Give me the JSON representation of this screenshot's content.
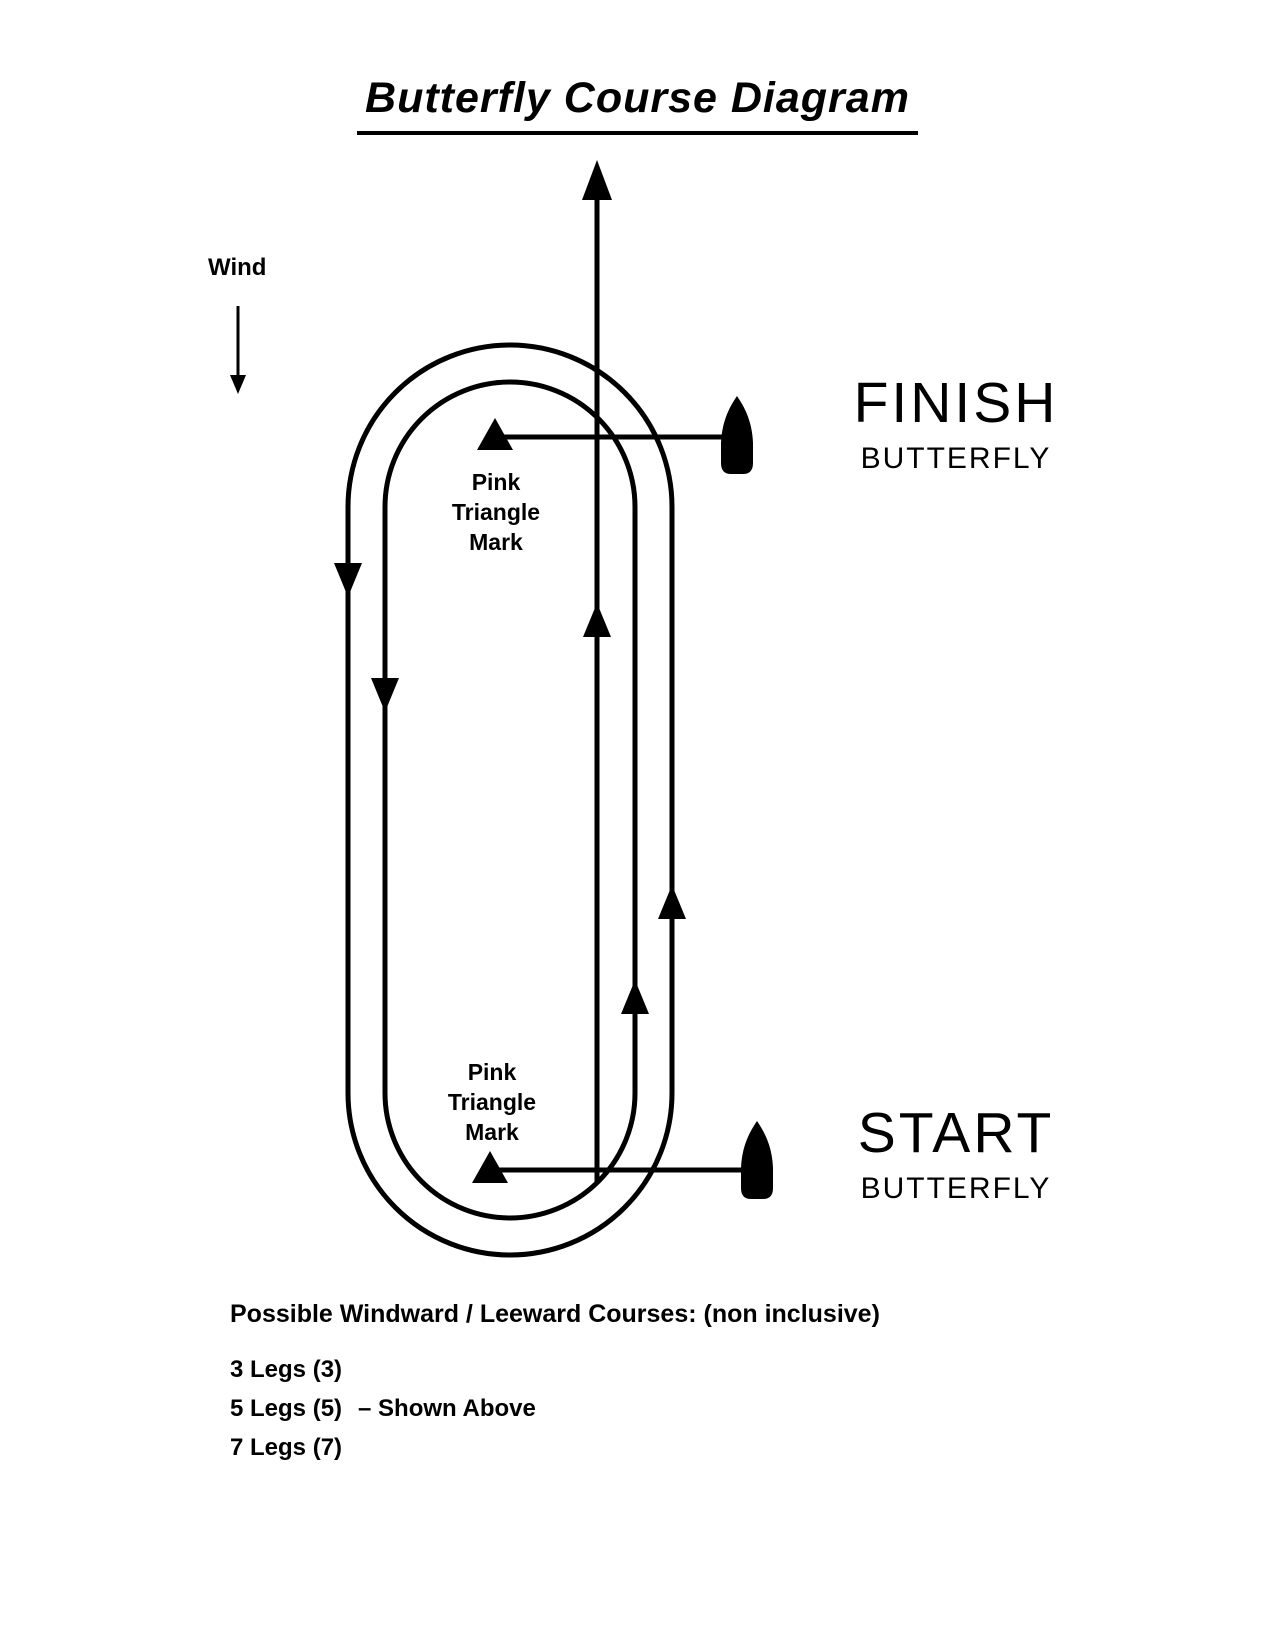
{
  "title": "Butterfly Course Diagram",
  "wind_label": "Wind",
  "finish_gate": {
    "title": "FINISH",
    "subtitle": "BUTTERFLY"
  },
  "start_gate": {
    "title": "START",
    "subtitle": "BUTTERFLY"
  },
  "marks": {
    "top_label": "Pink\nTriangle\nMark",
    "bottom_label": "Pink\nTriangle\nMark"
  },
  "courses": {
    "heading": "Possible Windward / Leeward Courses: (non inclusive)",
    "options": [
      {
        "label": "3 Legs (3)",
        "note": ""
      },
      {
        "label": "5 Legs (5)",
        "note": "– Shown Above"
      },
      {
        "label": "7 Legs (7)",
        "note": ""
      }
    ]
  },
  "colors": {
    "line": "#000000",
    "background": "#ffffff"
  }
}
